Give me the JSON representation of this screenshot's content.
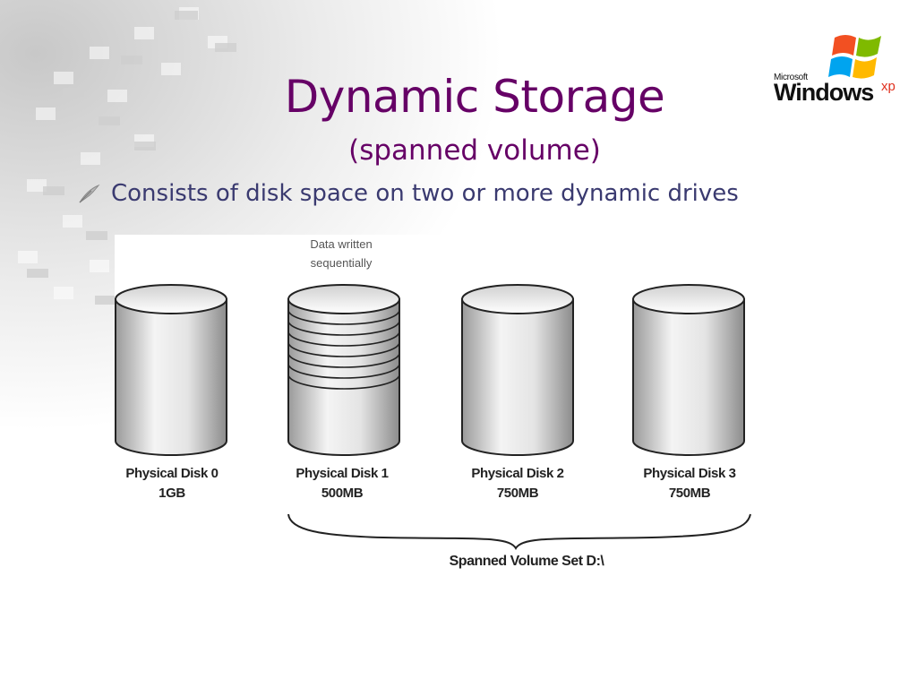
{
  "slide": {
    "title": "Dynamic Storage",
    "subtitle": "(spanned volume)",
    "bullet": "Consists of disk space on two or more dynamic drives"
  },
  "logo": {
    "maker": "Microsoft",
    "product": "Windows",
    "edition": "xp"
  },
  "diagram": {
    "note_lines": [
      "Data written",
      "sequentially"
    ],
    "disks": [
      {
        "name": "Physical Disk 0",
        "size": "1GB",
        "striped": false
      },
      {
        "name": "Physical Disk 1",
        "size": "500MB",
        "striped": true
      },
      {
        "name": "Physical Disk 2",
        "size": "750MB",
        "striped": false
      },
      {
        "name": "Physical Disk 3",
        "size": "750MB",
        "striped": false
      }
    ],
    "span_label": "Spanned Volume Set D:\\"
  },
  "colors": {
    "title": "#660066",
    "bullet_text": "#3a3a70",
    "background_stripes": "#d8d8d8"
  }
}
